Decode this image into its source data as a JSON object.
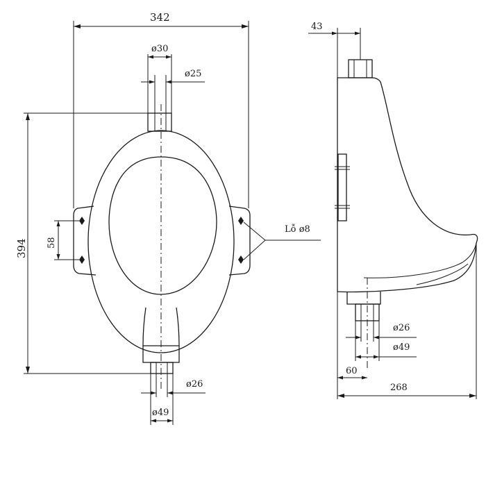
{
  "front_view": {
    "width_label": "342",
    "height_label": "394",
    "top_outer_dia_label": "ø30",
    "top_inner_dia_label": "ø25",
    "bracket_spacing_label": "58",
    "bottom_inner_dia_label": "ø26",
    "bottom_outer_dia_label": "ø49",
    "hole_callout_label": "Lỗ ø8"
  },
  "side_view": {
    "inlet_offset_label": "43",
    "outlet_inner_dia_label": "ø26",
    "outlet_outer_dia_label": "ø49",
    "outlet_offset_label": "60",
    "depth_label": "268"
  }
}
